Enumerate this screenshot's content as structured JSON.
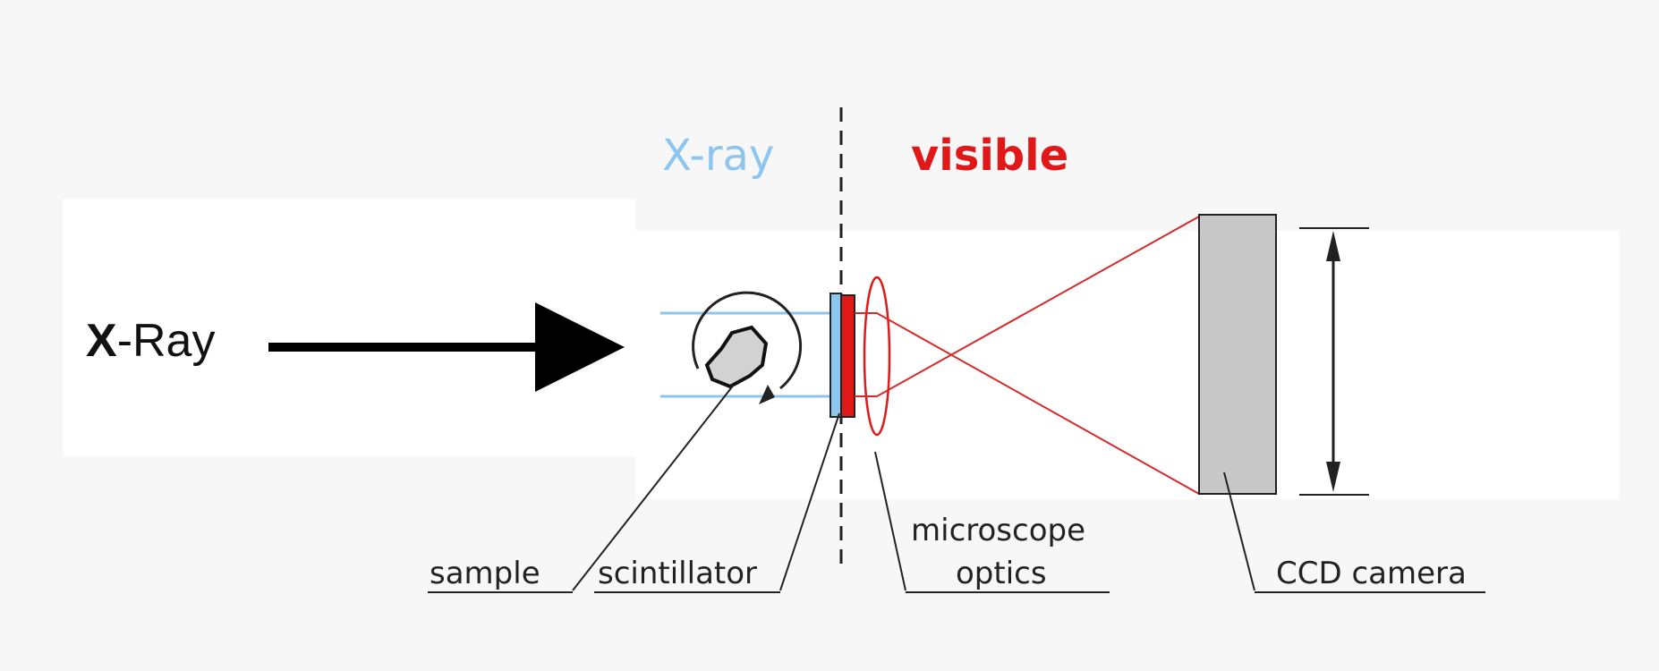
{
  "region_labels": {
    "xray": "X-ray",
    "visible": "visible"
  },
  "beam_label": {
    "bold": "X",
    "rest": "-Ray"
  },
  "components": {
    "sample": "sample",
    "scintillator": "scintillator",
    "microscope_line1": "microscope",
    "microscope_line2": "optics",
    "ccd": "CCD camera"
  },
  "colors": {
    "xray": "#7cc0ea",
    "visible": "#e01818",
    "lines": "#d42a2a",
    "ccd_fill": "#c8c8c8"
  }
}
